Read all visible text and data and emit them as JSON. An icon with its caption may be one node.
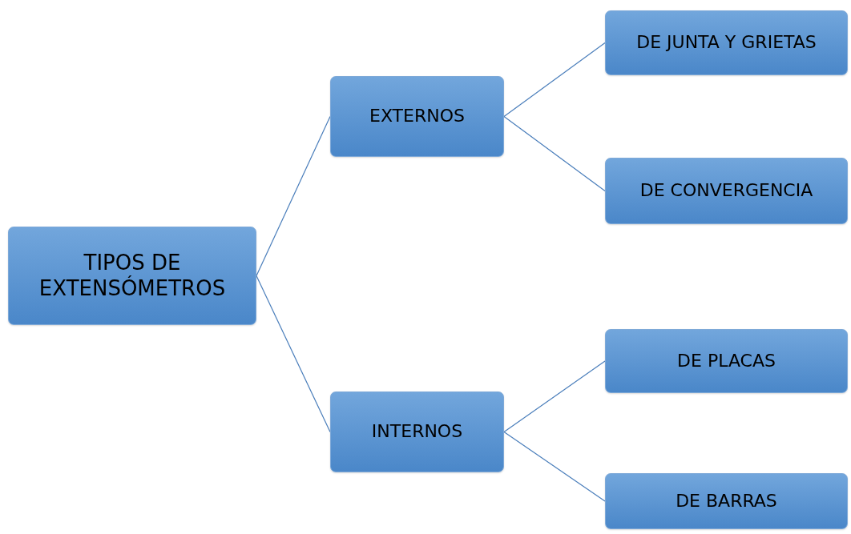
{
  "diagram": {
    "nodes": [
      {
        "text": [
          "TIPOS DE EXTENSÓMETROS"
        ]
      },
      {
        "text": [
          "EXTERNOS"
        ]
      },
      {
        "text": [
          "DE JUNTA Y GRIETAS"
        ]
      },
      {
        "text": [
          "DE CONVERGENCIA"
        ]
      },
      {
        "text": [
          "INTERNOS"
        ]
      },
      {
        "text": [
          "DE PLACAS"
        ]
      },
      {
        "text": [
          "DE BARRAS"
        ]
      }
    ],
    "edges": [
      {
        "from": 0,
        "to": 1,
        "arrow": "none"
      },
      {
        "from": 0,
        "to": 4,
        "arrow": "none"
      },
      {
        "from": 1,
        "to": 2,
        "arrow": "none"
      },
      {
        "from": 1,
        "to": 3,
        "arrow": "none"
      },
      {
        "from": 4,
        "to": 5,
        "arrow": "none"
      },
      {
        "from": 4,
        "to": 6,
        "arrow": "none"
      }
    ]
  }
}
